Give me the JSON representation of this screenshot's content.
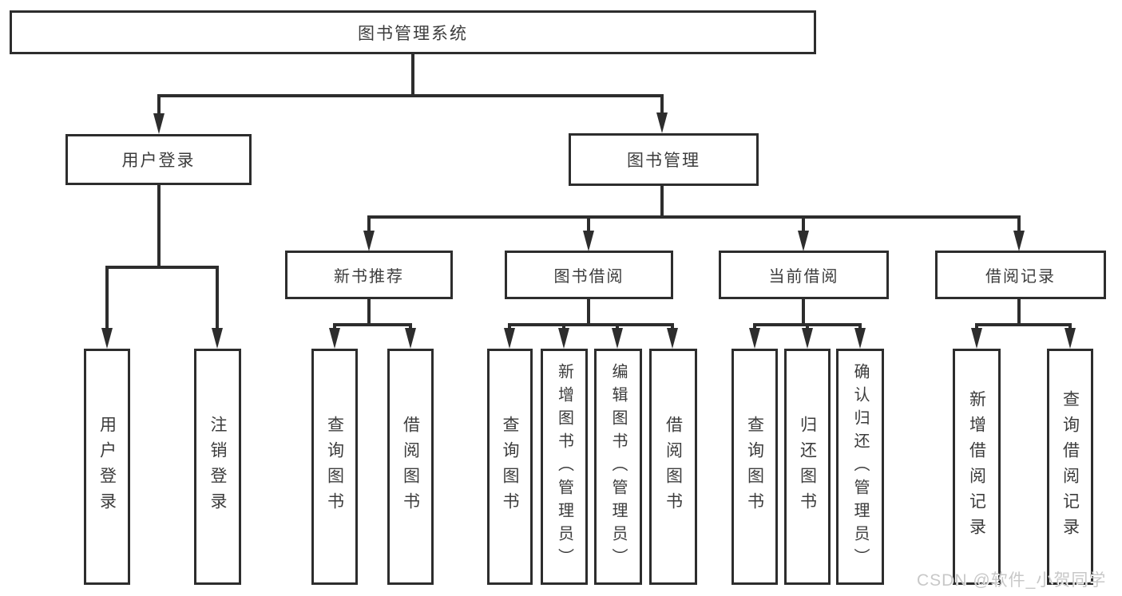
{
  "diagram": {
    "type": "hierarchy-tree",
    "title": "图书管理系统",
    "colors": {
      "background": "#ffffff",
      "box_border": "#2d2d2d",
      "connector_line": "#2d2d2d",
      "text": "#3c3c3c",
      "watermark": "#c8c8c8"
    },
    "nodes": {
      "root": "图书管理系统",
      "user_login": "用户登录",
      "book_management": "图书管理",
      "leaf_user_login": "用户登录",
      "leaf_logout": "注销登录",
      "new_book_recommend": "新书推荐",
      "book_borrowing": "图书借阅",
      "current_borrowing": "当前借阅",
      "borrowing_records": "借阅记录",
      "nb_query_books": "查询图书",
      "nb_borrow_books": "借阅图书",
      "bb_query_books": "查询图书",
      "bb_add_books_admin": "新增图书（管理员）",
      "bb_edit_books_admin": "编辑图书（管理员）",
      "bb_borrow_books": "借阅图书",
      "cb_query_books": "查询图书",
      "cb_return_books": "归还图书",
      "cb_confirm_return_admin": "确认归还（管理员）",
      "br_add_record": "新增借阅记录",
      "br_query_record": "查询借阅记录"
    },
    "edges": [
      [
        "root",
        "user_login"
      ],
      [
        "root",
        "book_management"
      ],
      [
        "user_login",
        "leaf_user_login"
      ],
      [
        "user_login",
        "leaf_logout"
      ],
      [
        "book_management",
        "new_book_recommend"
      ],
      [
        "book_management",
        "book_borrowing"
      ],
      [
        "book_management",
        "current_borrowing"
      ],
      [
        "book_management",
        "borrowing_records"
      ],
      [
        "new_book_recommend",
        "nb_query_books"
      ],
      [
        "new_book_recommend",
        "nb_borrow_books"
      ],
      [
        "book_borrowing",
        "bb_query_books"
      ],
      [
        "book_borrowing",
        "bb_add_books_admin"
      ],
      [
        "book_borrowing",
        "bb_edit_books_admin"
      ],
      [
        "book_borrowing",
        "bb_borrow_books"
      ],
      [
        "current_borrowing",
        "cb_query_books"
      ],
      [
        "current_borrowing",
        "cb_return_books"
      ],
      [
        "current_borrowing",
        "cb_confirm_return_admin"
      ],
      [
        "borrowing_records",
        "br_add_record"
      ],
      [
        "borrowing_records",
        "br_query_record"
      ]
    ],
    "watermark": "CSDN @软件_小贺同学"
  }
}
